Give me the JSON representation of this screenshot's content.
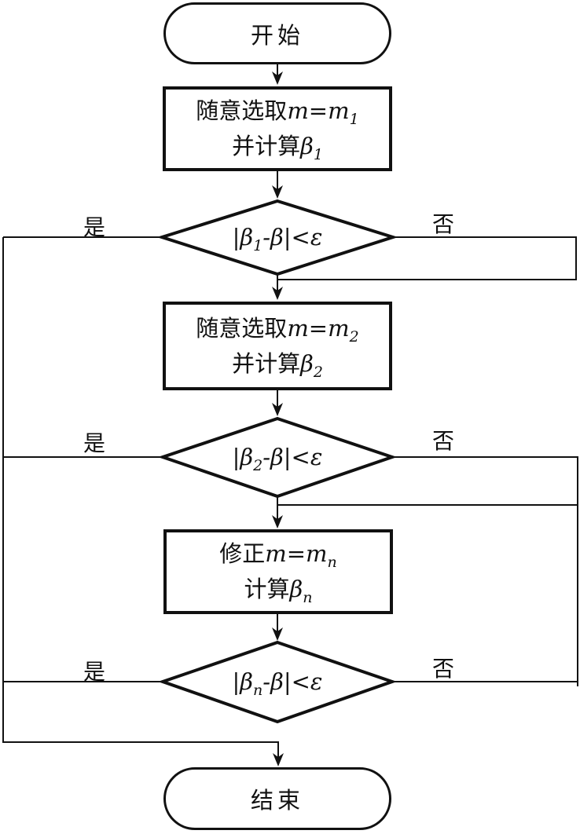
{
  "terminals": {
    "start": "开始",
    "end": "结束"
  },
  "process_boxes": [
    {
      "line1_cn": "随意选取",
      "line1_math": "m=m",
      "line1_sub": "1",
      "line2_cn": "并计算",
      "line2_math": "β",
      "line2_sub": "1"
    },
    {
      "line1_cn": "随意选取",
      "line1_math": "m=m",
      "line1_sub": "2",
      "line2_cn": "并计算",
      "line2_math": "β",
      "line2_sub": "2"
    },
    {
      "line1_cn": "修正",
      "line1_math": "m=m",
      "line1_sub": "n",
      "line2_cn": "计算",
      "line2_math": "β",
      "line2_sub": "n"
    }
  ],
  "decisions": [
    {
      "cond_pre": "|β",
      "cond_sub": "1",
      "cond_post": "-β|<ε",
      "yes_label": "是",
      "no_label": "否"
    },
    {
      "cond_pre": "|β",
      "cond_sub": "2",
      "cond_post": "-β|<ε",
      "yes_label": "是",
      "no_label": "否"
    },
    {
      "cond_pre": "|β",
      "cond_sub": "n",
      "cond_post": "-β|<ε",
      "yes_label": "是",
      "no_label": "否"
    }
  ],
  "colors": {
    "stroke": "#111111",
    "background": "#ffffff"
  }
}
